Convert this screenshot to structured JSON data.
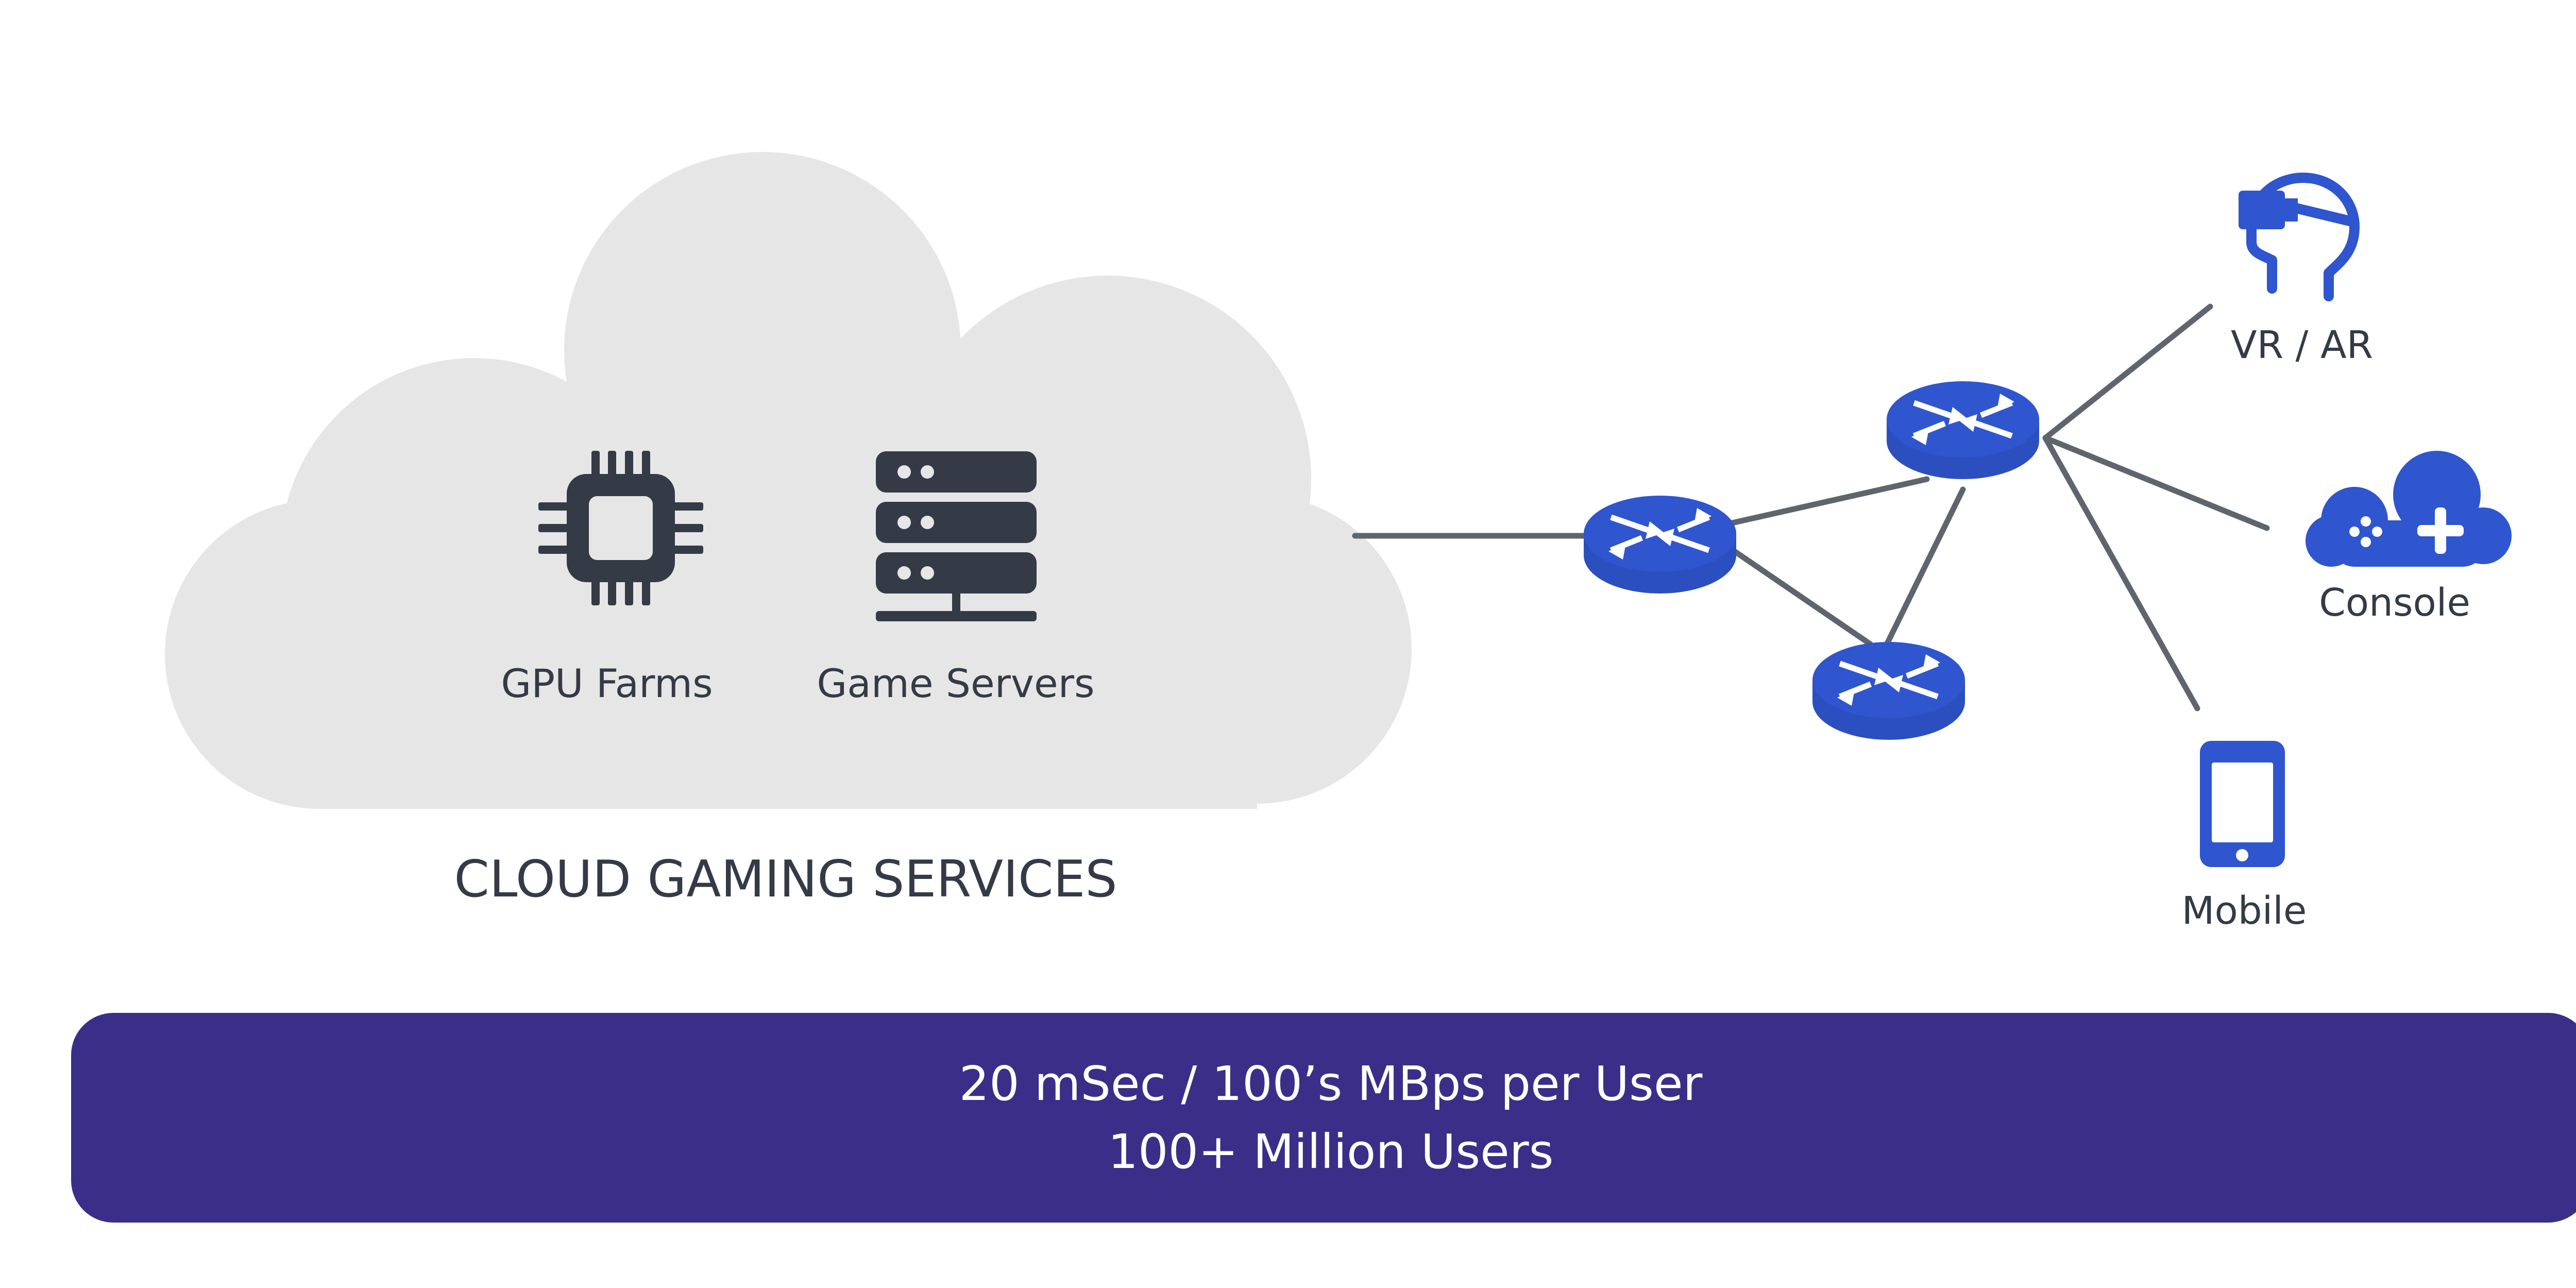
{
  "colors": {
    "cloud_fill": "#e6e6e6",
    "dark_icon": "#343a46",
    "network_blue": "#2f55cf",
    "link_gray": "#5f656d",
    "banner_bg": "#3a2e89",
    "banner_text": "#ffffff"
  },
  "cloud": {
    "title": "CLOUD GAMING SERVICES",
    "items": [
      {
        "label": "GPU Farms",
        "icon": "gpu-chip-icon"
      },
      {
        "label": "Game Servers",
        "icon": "server-rack-icon"
      }
    ]
  },
  "network": {
    "routers": [
      {
        "icon": "router-icon"
      },
      {
        "icon": "router-icon"
      },
      {
        "icon": "router-icon"
      }
    ]
  },
  "devices": [
    {
      "label": "VR / AR",
      "icon": "vr-headset-icon"
    },
    {
      "label": "Console",
      "icon": "gamepad-cloud-icon"
    },
    {
      "label": "Mobile",
      "icon": "mobile-phone-icon"
    }
  ],
  "banner": {
    "line1": "20 mSec / 100’s MBps per User",
    "line2": "100+ Million Users"
  }
}
